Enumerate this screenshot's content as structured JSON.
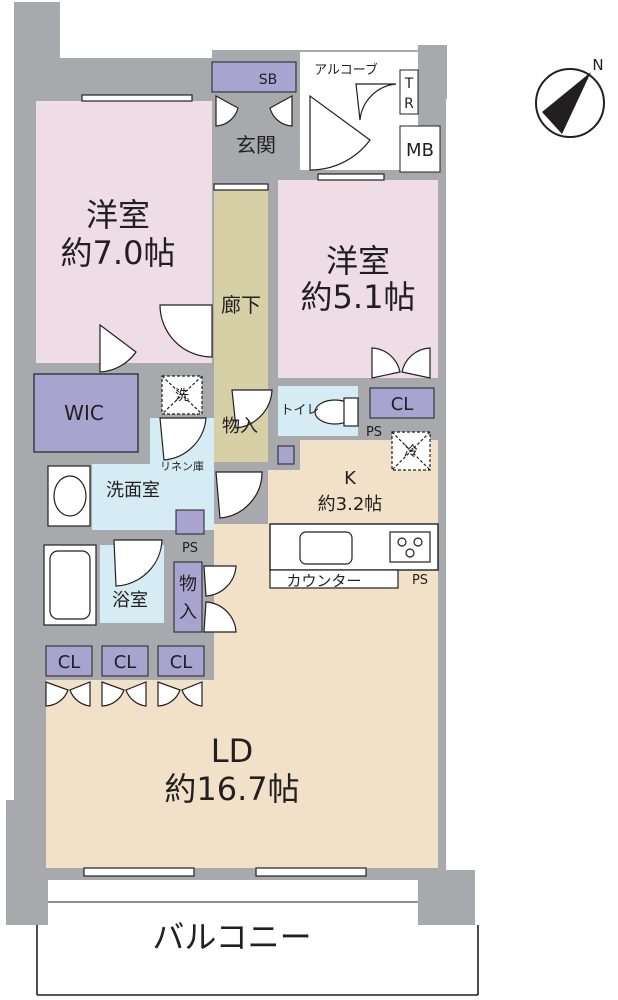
{
  "colors": {
    "wall": "#a7a9ac",
    "wall_dark": "#939598",
    "bedroom": "#efdde6",
    "living": "#f1e1c9",
    "hall": "#d7cfa6",
    "wet": "#d6ecf4",
    "storage": "#a9a3d0",
    "line": "#231f20"
  },
  "compass": {
    "icon": "north-arrow-icon",
    "label": "N"
  },
  "rooms": {
    "bedroom1": {
      "name": "洋室",
      "size": "約7.0帖"
    },
    "bedroom2": {
      "name": "洋室",
      "size": "約5.1帖"
    },
    "ld": {
      "name": "LD",
      "size": "約16.7帖"
    },
    "kitchen": {
      "name": "K",
      "size": "約3.2帖"
    },
    "entrance": "玄関",
    "hallway": "廊下",
    "wic": "WIC",
    "washroom": "洗面室",
    "bath": "浴室",
    "toilet": "トイレ",
    "balcony": "バルコニー",
    "alcove": "アルコーブ"
  },
  "fixtures": {
    "sb": "SB",
    "tr_t": "T",
    "tr_r": "R",
    "mb": "MB",
    "cl_bed2": "CL",
    "cl_low": [
      "CL",
      "CL",
      "CL"
    ],
    "storage1": "物入",
    "storage2_a": "物",
    "storage2_b": "入",
    "linen": "リネン庫",
    "ps": [
      "PS",
      "PS",
      "PS"
    ],
    "washer": "洗",
    "fridge": "冷",
    "counter": "カウンター"
  }
}
